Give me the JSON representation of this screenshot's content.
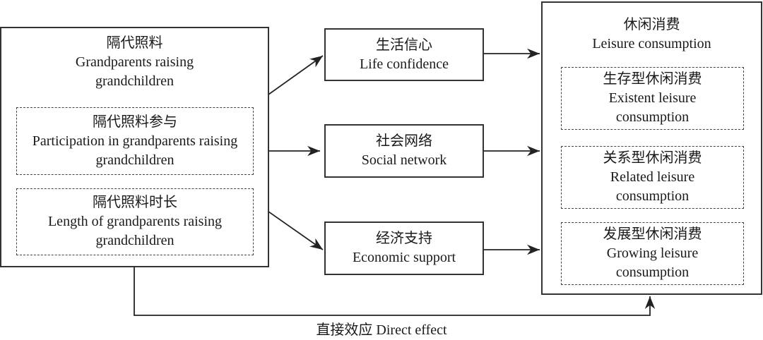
{
  "left": {
    "title_cn": "隔代照料",
    "title_en": "Grandparents raising grandchildren",
    "sub": [
      {
        "cn": "隔代照料参与",
        "en": "Participation in grandparents raising grandchildren"
      },
      {
        "cn": "隔代照料时长",
        "en": "Length of grandparents raising grandchildren"
      }
    ]
  },
  "mediators": [
    {
      "cn": "生活信心",
      "en": "Life confidence"
    },
    {
      "cn": "社会网络",
      "en": "Social network"
    },
    {
      "cn": "经济支持",
      "en": "Economic support"
    }
  ],
  "right": {
    "title_cn": "休闲消费",
    "title_en": "Leisure consumption",
    "sub": [
      {
        "cn": "生存型休闲消费",
        "en": "Existent leisure consumption"
      },
      {
        "cn": "关系型休闲消费",
        "en": "Related leisure consumption"
      },
      {
        "cn": "发展型休闲消费",
        "en": "Growing leisure consumption"
      }
    ]
  },
  "direct_effect": "直接效应 Direct effect"
}
